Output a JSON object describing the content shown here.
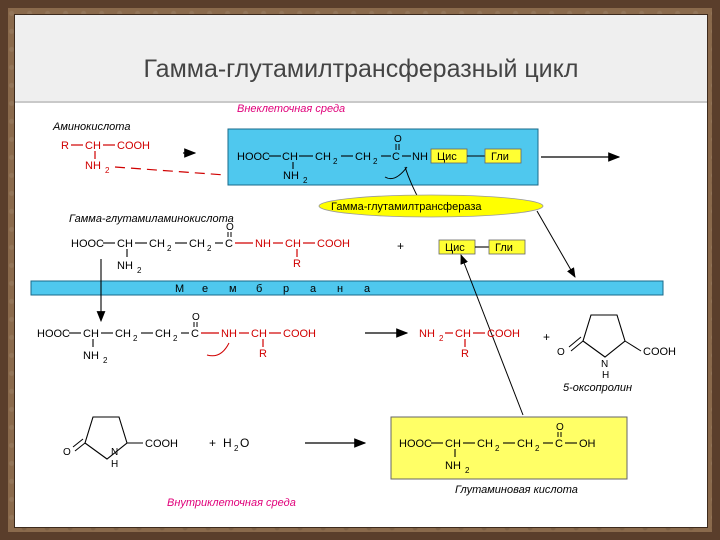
{
  "slide": {
    "title": "Гамма-глутамилтрансферазный цикл"
  },
  "diagram": {
    "extracellular": "Внеклеточная среда",
    "intracellular": "Внутриклеточная среда",
    "membrane_letters": [
      "М",
      "е",
      "м",
      "б",
      "р",
      "а",
      "н",
      "а"
    ],
    "aa": {
      "label": "Аминокислота",
      "r": "R",
      "ch": "CH",
      "cooh": "COOH",
      "nh2": "NH",
      "two": "2"
    },
    "gsh": {
      "hooc": "HOOC",
      "ch": "CH",
      "ch2a": "CH",
      "ch2b": "CH",
      "two": "2",
      "c": "C",
      "o": "O",
      "nh": "NH",
      "cys": "Цис",
      "gly": "Гли",
      "nh2": "NH"
    },
    "enzyme": "Гамма-глутамилтрансфераза",
    "gglu": {
      "label": "Гамма-глутамиламинокислота",
      "hooc": "HOOC",
      "ch": "CH",
      "ch2": "CH",
      "two": "2",
      "c": "C",
      "o": "O",
      "nh": "NH",
      "ch2x": "CH",
      "cooh": "COOH",
      "r": "R",
      "nh2": "NH"
    },
    "plus": "+",
    "cysgly": {
      "cys": "Цис",
      "gly": "Гли"
    },
    "intra1": {
      "hooc": "HOOC",
      "ch": "CH",
      "ch2": "CH",
      "two": "2",
      "c": "C",
      "o": "O",
      "nh": "NH",
      "ch2x": "CH",
      "cooh": "COOH",
      "nh2": "NH",
      "r": "R"
    },
    "aa_free": {
      "nh2": "NH",
      "two": "2",
      "ch": "CH",
      "cooh": "COOH",
      "r": "R"
    },
    "oxoproline": {
      "o": "O",
      "n": "N",
      "h": "H",
      "cooh": "COOH",
      "label": "5-оксопролин"
    },
    "oxo2": {
      "o": "O",
      "n": "N",
      "h": "H",
      "cooh": "COOH"
    },
    "water": {
      "plus": "+",
      "h": "H",
      "two": "2",
      "o": "O"
    },
    "glutamate": {
      "hooc": "HOOC",
      "ch": "CH",
      "ch2a": "CH",
      "ch2b": "CH",
      "two": "2",
      "c": "C",
      "o": "O",
      "oh": "OH",
      "nh2": "NH",
      "label": "Глутаминовая кислота"
    }
  }
}
